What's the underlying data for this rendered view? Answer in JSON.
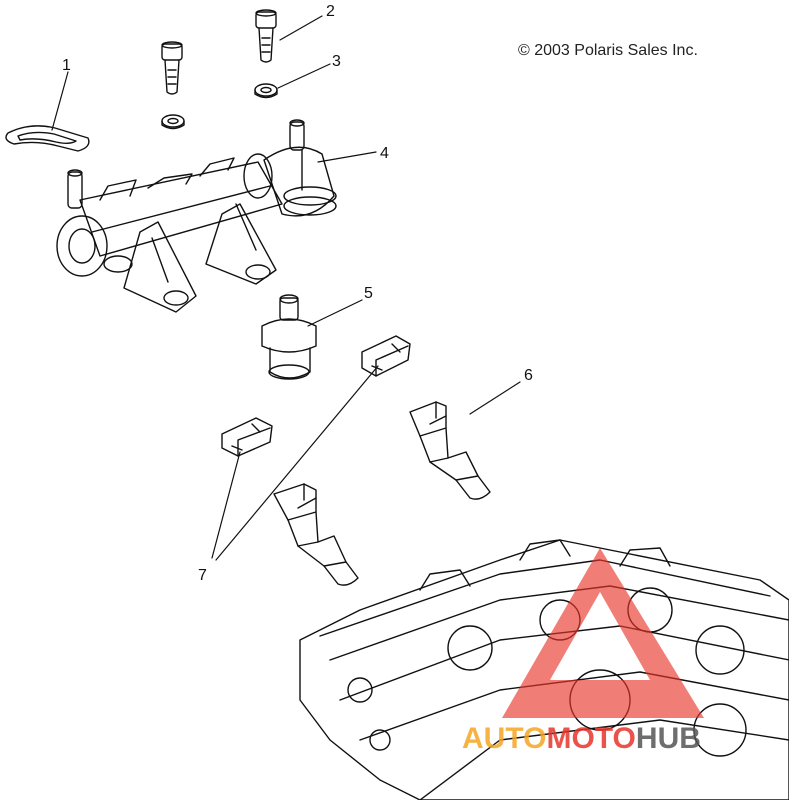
{
  "copyright": "© 2003 Polaris Sales Inc.",
  "callouts": [
    "1",
    "2",
    "3",
    "4",
    "5",
    "6",
    "7"
  ],
  "parts": [
    "gasket-icon",
    "cap-screw-icon",
    "washer-icon",
    "fuel-rail-icon",
    "pressure-regulator-icon",
    "fuel-injector-icon",
    "injector-connector-icon",
    "cylinder-head-icon"
  ],
  "watermark": {
    "part1": "AUTO",
    "part2": "MOTO",
    "part3": "HUB",
    "colors": {
      "auto": "#f5a623",
      "moto": "#e8352a",
      "hub": "#555555",
      "triangle": "#e8352a"
    }
  }
}
